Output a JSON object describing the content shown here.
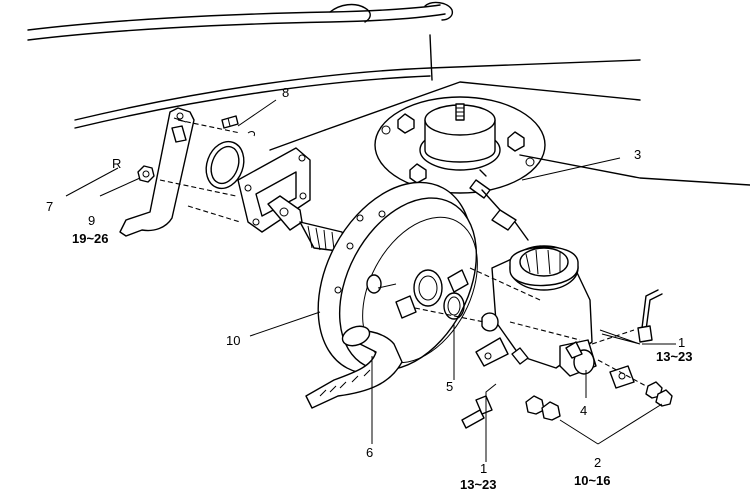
{
  "callouts": {
    "c1a": {
      "num": "1",
      "torque": "13~23"
    },
    "c1b": {
      "num": "1",
      "torque": "13~23"
    },
    "c2": {
      "num": "2",
      "torque": "10~16"
    },
    "c3": {
      "num": "3"
    },
    "c4": {
      "num": "4"
    },
    "c5": {
      "num": "5"
    },
    "c6": {
      "num": "6"
    },
    "c7": {
      "num": "7"
    },
    "c8": {
      "num": "8"
    },
    "c9": {
      "num": "9",
      "torque": "19~26"
    },
    "c10": {
      "num": "10"
    },
    "r_mark": "R"
  }
}
